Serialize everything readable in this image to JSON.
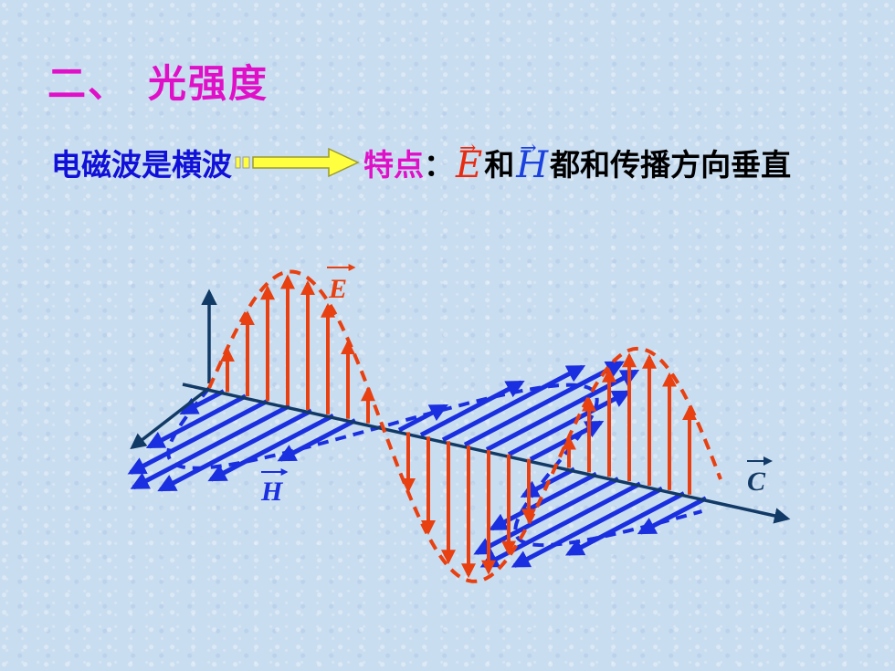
{
  "heading": {
    "index": "二、",
    "text": "光强度"
  },
  "statement": {
    "left": "电磁波是横波",
    "feature_label": "特点",
    "colon": "：",
    "vec_e": "E",
    "and": "和",
    "vec_h": "H",
    "rest": "都和传播方向垂直"
  },
  "diagram": {
    "label_e": "E",
    "label_h": "H",
    "label_c": "C",
    "colors": {
      "e_field": "#e84010",
      "h_field": "#1a2fe0",
      "axis": "#123a66"
    }
  }
}
